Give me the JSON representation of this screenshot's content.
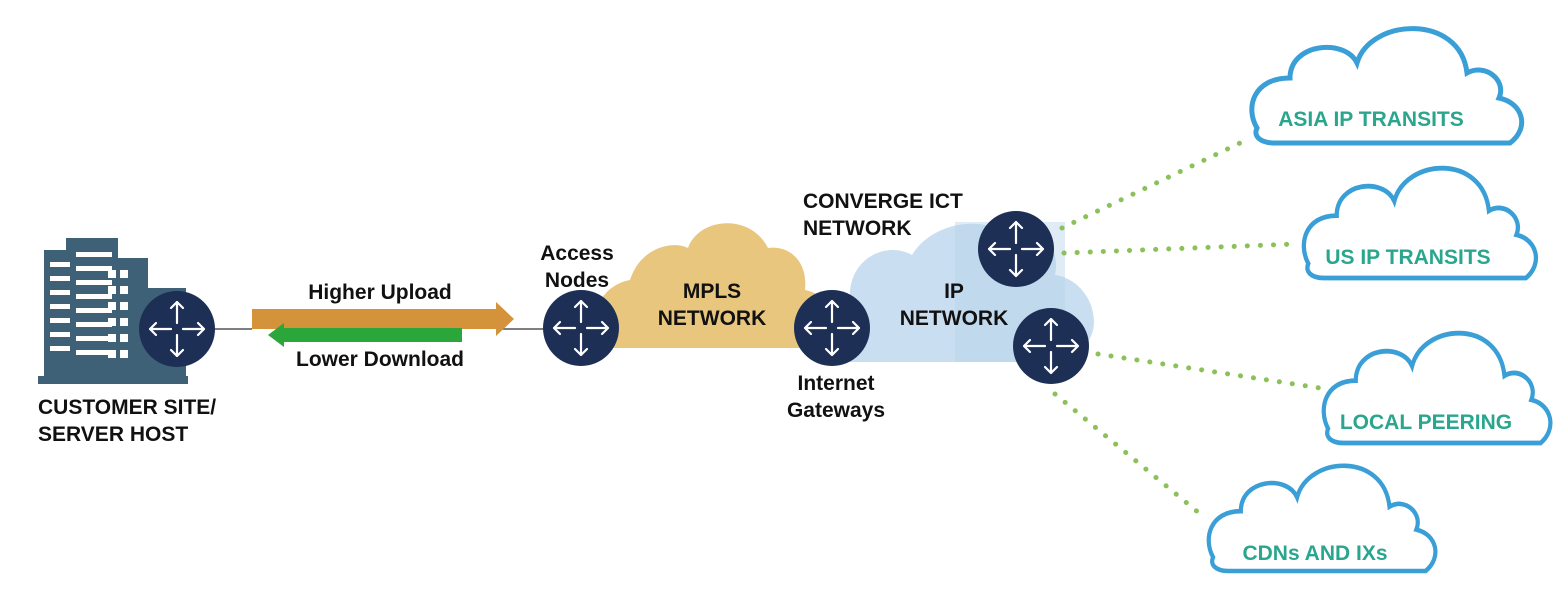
{
  "labels": {
    "customer_line1": "CUSTOMER SITE/",
    "customer_line2": "SERVER HOST",
    "upload": "Higher Upload",
    "download": "Lower Download",
    "access_line1": "Access",
    "access_line2": "Nodes",
    "mpls_line1": "MPLS",
    "mpls_line2": "NETWORK",
    "converge_line1": "CONVERGE ICT",
    "converge_line2": "NETWORK",
    "ip_line1": "IP",
    "ip_line2": "NETWORK",
    "gateway_line1": "Internet",
    "gateway_line2": "Gateways"
  },
  "destinations": [
    {
      "label": "ASIA IP TRANSITS"
    },
    {
      "label": "US IP TRANSITS"
    },
    {
      "label": "LOCAL PEERING"
    },
    {
      "label": "CDNs AND IXs"
    }
  ],
  "colors": {
    "router": "#1d2f55",
    "building": "#3f6178",
    "upload_arrow": "#d4923a",
    "download_arrow": "#2aa63b",
    "mpls_cloud": "#e8c67e",
    "ip_cloud": "#c9def0",
    "dest_cloud_stroke": "#3a9fd6",
    "dest_text": "#2aa68e",
    "dots": "#8cc05a"
  }
}
